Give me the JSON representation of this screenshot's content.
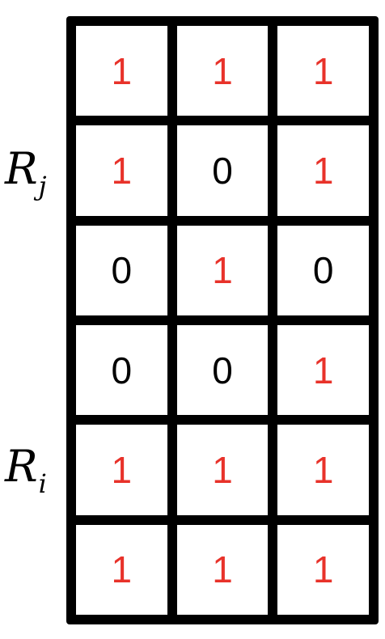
{
  "row_labels": [
    {
      "row": 1,
      "main": "R",
      "sub": "j"
    },
    {
      "row": 4,
      "main": "R",
      "sub": "i"
    }
  ],
  "matrix": [
    [
      1,
      1,
      1
    ],
    [
      1,
      0,
      1
    ],
    [
      0,
      1,
      0
    ],
    [
      0,
      0,
      1
    ],
    [
      1,
      1,
      1
    ],
    [
      1,
      1,
      1
    ]
  ],
  "colors": {
    "one": "#e8322a",
    "zero": "#000000",
    "grid_line": "#000000",
    "cell_background": "#ffffff"
  }
}
